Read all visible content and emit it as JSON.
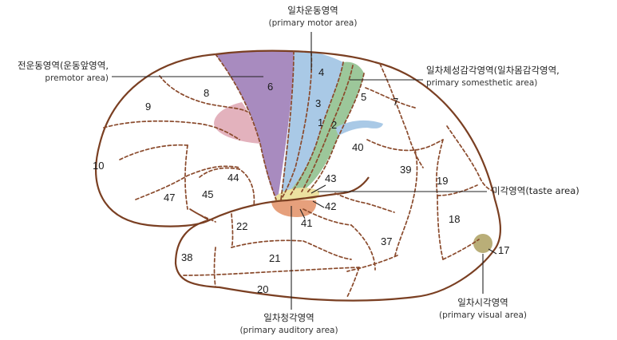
{
  "labels": {
    "primary_motor_ko": "일차운동영역",
    "primary_motor_en": "(primary motor area)",
    "premotor_ko": "전운동영역(운동앞영역,",
    "premotor_en": "premotor area)",
    "somesthetic_ko": "일차체성감각영역(일차몸감각영역,",
    "somesthetic_en": "primary somesthetic area)",
    "taste": "미각영역(taste area)",
    "auditory_ko": "일차청각영역",
    "auditory_en": "(primary auditory area)",
    "visual_ko": "일차시각영역",
    "visual_en": "(primary visual area)"
  },
  "areas": {
    "a1": "1",
    "a2": "2",
    "a3": "3",
    "a4": "4",
    "a5": "5",
    "a6": "6",
    "a7": "7",
    "a8": "8",
    "a9": "9",
    "a10": "10",
    "a17": "17",
    "a18": "18",
    "a19": "19",
    "a20": "20",
    "a21": "21",
    "a22": "22",
    "a37": "37",
    "a38": "38",
    "a39": "39",
    "a40": "40",
    "a41": "41",
    "a42": "42",
    "a43": "43",
    "a44": "44",
    "a45": "45",
    "a47": "47"
  },
  "colors": {
    "premotor": "#a88bbf",
    "motor": "#a9c9e6",
    "somesthetic": "#9cc79a",
    "frontal_eye": "#e3b2bd",
    "taste": "#ece1a0",
    "auditory": "#e6a07c",
    "visual": "#b9ae78",
    "outline": "#7a3f22"
  }
}
